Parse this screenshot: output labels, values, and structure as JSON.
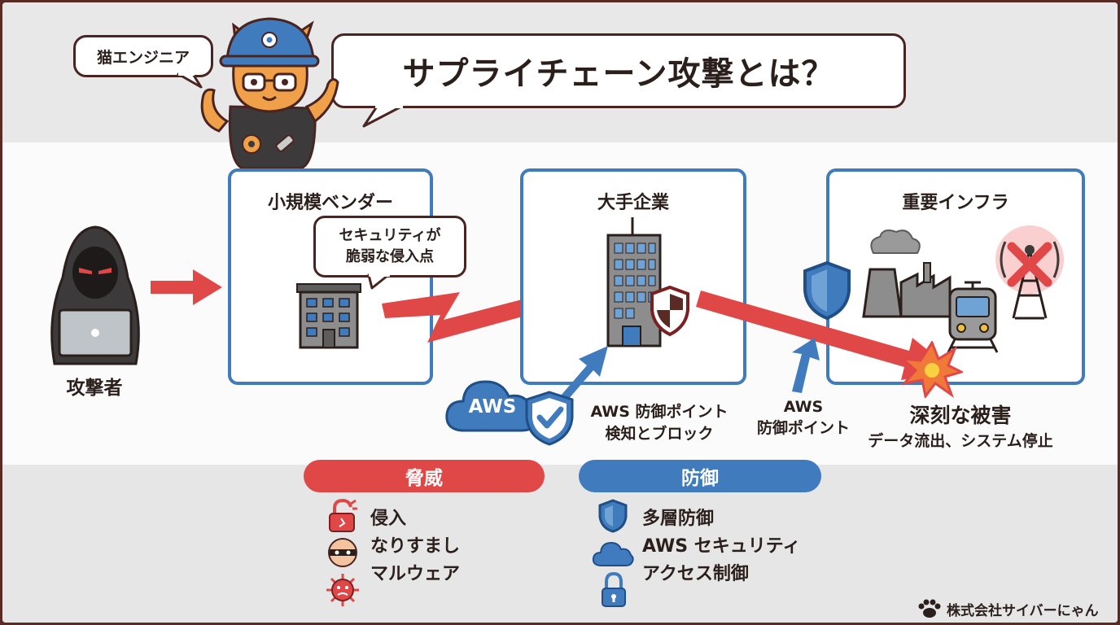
{
  "header": {
    "tag": "猫エンジニア",
    "title": "サプライチェーン攻撃とは？"
  },
  "flow": {
    "attacker": "攻撃者",
    "vendor": {
      "title": "小規模ベンダー",
      "note_line1": "セキュリティが",
      "note_line2": "脆弱な侵入点"
    },
    "enterprise": {
      "title": "大手企業"
    },
    "infra": {
      "title": "重要インフラ"
    },
    "aws_badge": "AWS",
    "aws_point1_line1": "AWS 防御ポイント",
    "aws_point1_line2": "検知とブロック",
    "aws_point2_line1": "AWS",
    "aws_point2_line2": "防御ポイント",
    "damage_title": "深刻な被害",
    "damage_detail": "データ流出、システム停止"
  },
  "threats": {
    "title": "脅威",
    "items": [
      "侵入",
      "なりすまし",
      "マルウェア"
    ]
  },
  "defense": {
    "title": "防御",
    "items": [
      "多層防御",
      "AWS セキュリティ",
      "アクセス制御"
    ]
  },
  "footer": {
    "company": "株式会社サイバーにゃん"
  },
  "colors": {
    "threat_red": "#e04848",
    "defense_blue": "#3f7bbd",
    "dark_brown": "#4a2420"
  }
}
